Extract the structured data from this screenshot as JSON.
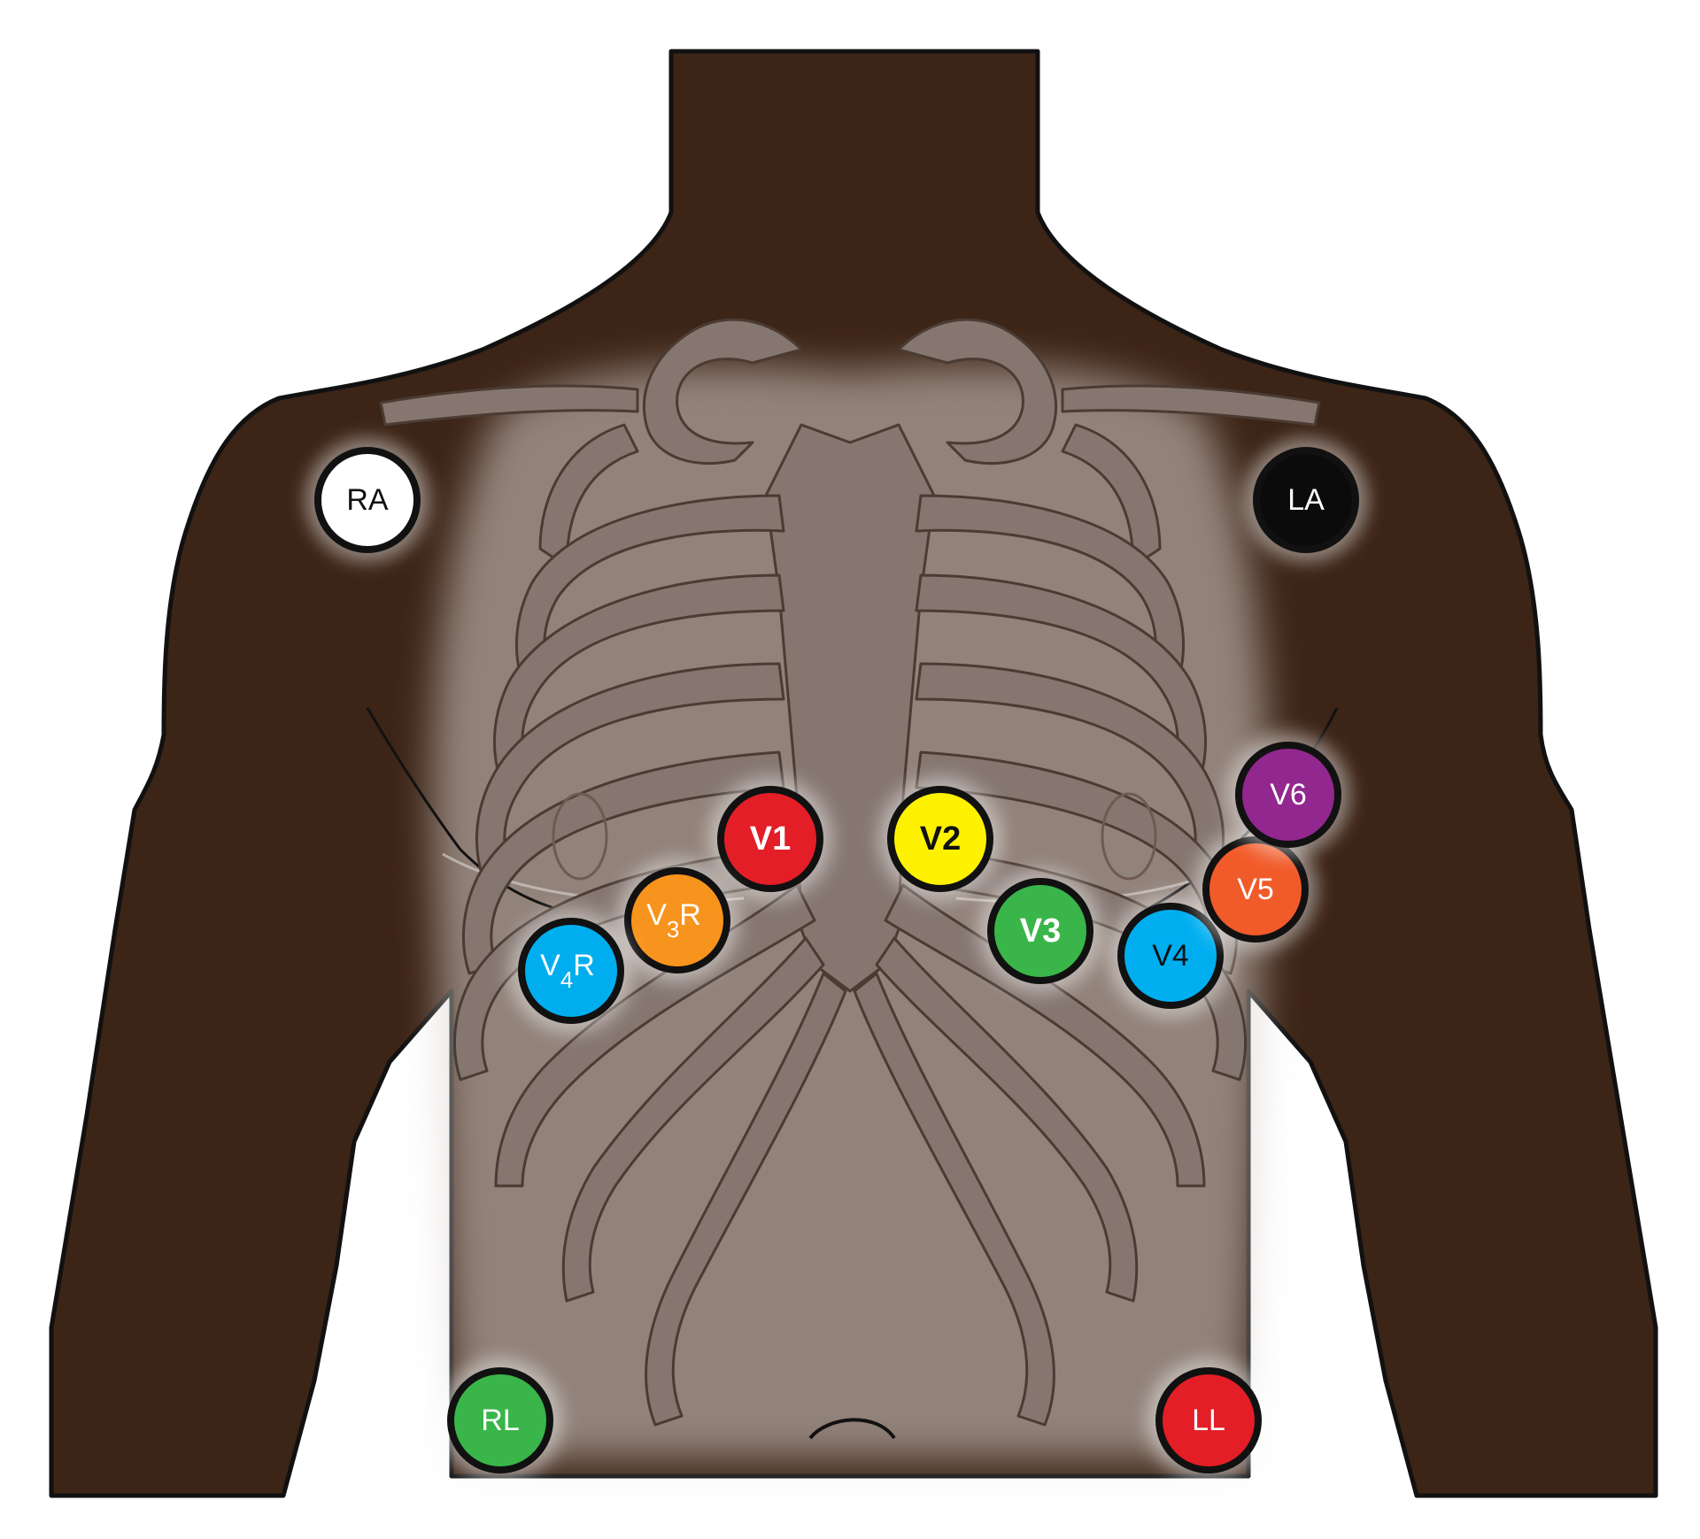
{
  "colors": {
    "skin": "#3c2416",
    "outline": "#111111",
    "bone": "#857670",
    "bone_edge": "#4a3b33",
    "glow": "#d8d0cc"
  },
  "electrodes": [
    {
      "id": "RA",
      "main": "RA",
      "sub": "",
      "suffix": "",
      "fill": "#ffffff",
      "text_color": "#111111",
      "bold": false
    },
    {
      "id": "LA",
      "main": "LA",
      "sub": "",
      "suffix": "",
      "fill": "#0b0b0b",
      "text_color": "#ffffff",
      "bold": false
    },
    {
      "id": "V1",
      "main": "V1",
      "sub": "",
      "suffix": "",
      "fill": "#e31e26",
      "text_color": "#ffffff",
      "bold": true
    },
    {
      "id": "V2",
      "main": "V2",
      "sub": "",
      "suffix": "",
      "fill": "#fff200",
      "text_color": "#111111",
      "bold": true
    },
    {
      "id": "V3",
      "main": "V3",
      "sub": "",
      "suffix": "",
      "fill": "#3ab54a",
      "text_color": "#ffffff",
      "bold": true
    },
    {
      "id": "V4",
      "main": "V4",
      "sub": "",
      "suffix": "",
      "fill": "#00aeef",
      "text_color": "#111111",
      "bold": false
    },
    {
      "id": "V5",
      "main": "V5",
      "sub": "",
      "suffix": "",
      "fill": "#f15a29",
      "text_color": "#ffffff",
      "bold": false
    },
    {
      "id": "V6",
      "main": "V6",
      "sub": "",
      "suffix": "",
      "fill": "#92278f",
      "text_color": "#ffffff",
      "bold": false
    },
    {
      "id": "V3R",
      "main": "V",
      "sub": "3",
      "suffix": "R",
      "fill": "#f7941d",
      "text_color": "#ffffff",
      "bold": false
    },
    {
      "id": "V4R",
      "main": "V",
      "sub": "4",
      "suffix": "R",
      "fill": "#00aeef",
      "text_color": "#ffffff",
      "bold": false
    },
    {
      "id": "RL",
      "main": "RL",
      "sub": "",
      "suffix": "",
      "fill": "#3ab54a",
      "text_color": "#ffffff",
      "bold": false
    },
    {
      "id": "LL",
      "main": "LL",
      "sub": "",
      "suffix": "",
      "fill": "#e31e26",
      "text_color": "#ffffff",
      "bold": false
    }
  ]
}
